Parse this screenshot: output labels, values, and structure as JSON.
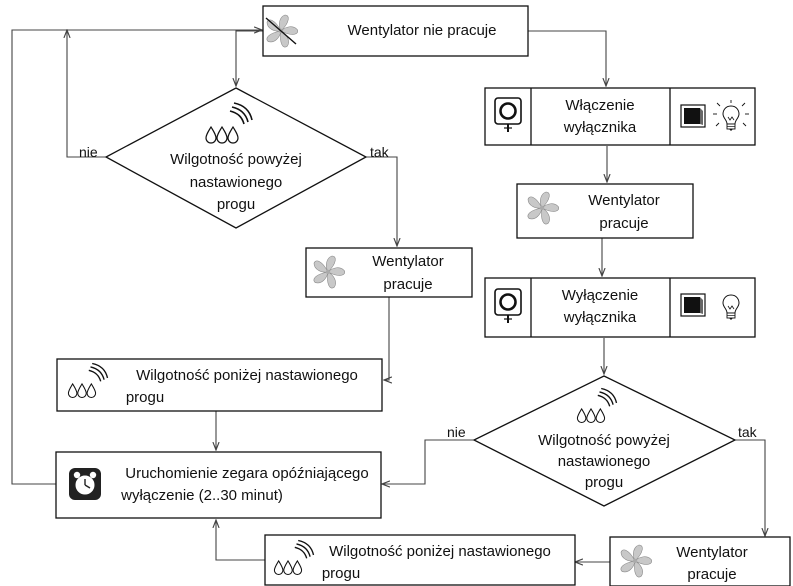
{
  "nodes": {
    "n_fan_off": "Wentylator nie pracuje",
    "n_diamond_left": [
      "Wilgotność powyżej",
      "nastawionego",
      "progu"
    ],
    "n_fan_on_left": [
      "Wentylator",
      "pracuje"
    ],
    "n_humidity_low_left": [
      "Wilgotność poniżej nastawionego",
      "progu"
    ],
    "n_timer": [
      "Uruchomienie zegara opóźniającego",
      "wyłączenie (2..30 minut)"
    ],
    "n_switch_on": [
      "Włączenie",
      "wyłącznika"
    ],
    "n_fan_on_right": [
      "Wentylator",
      "pracuje"
    ],
    "n_switch_off": [
      "Wyłączenie",
      "wyłącznika"
    ],
    "n_diamond_right": [
      "Wilgotność powyżej",
      "nastawionego",
      "progu"
    ],
    "n_fan_on_bottom": [
      "Wentylator",
      "pracuje"
    ],
    "n_humidity_low_bottom": [
      "Wilgotność poniżej nastawionego",
      "progu"
    ]
  },
  "edge_labels": {
    "left_no": "nie",
    "left_yes": "tak",
    "right_no": "nie",
    "right_yes": "tak"
  },
  "icons": {
    "fan": "fan-icon",
    "humidity": "humidity-drops-icon",
    "switch": "wall-switch-icon",
    "timer": "alarm-clock-icon",
    "rocker": "rocker-switch-icon",
    "bulb_lit": "light-bulb-on-icon",
    "bulb_off": "light-bulb-off-icon"
  }
}
